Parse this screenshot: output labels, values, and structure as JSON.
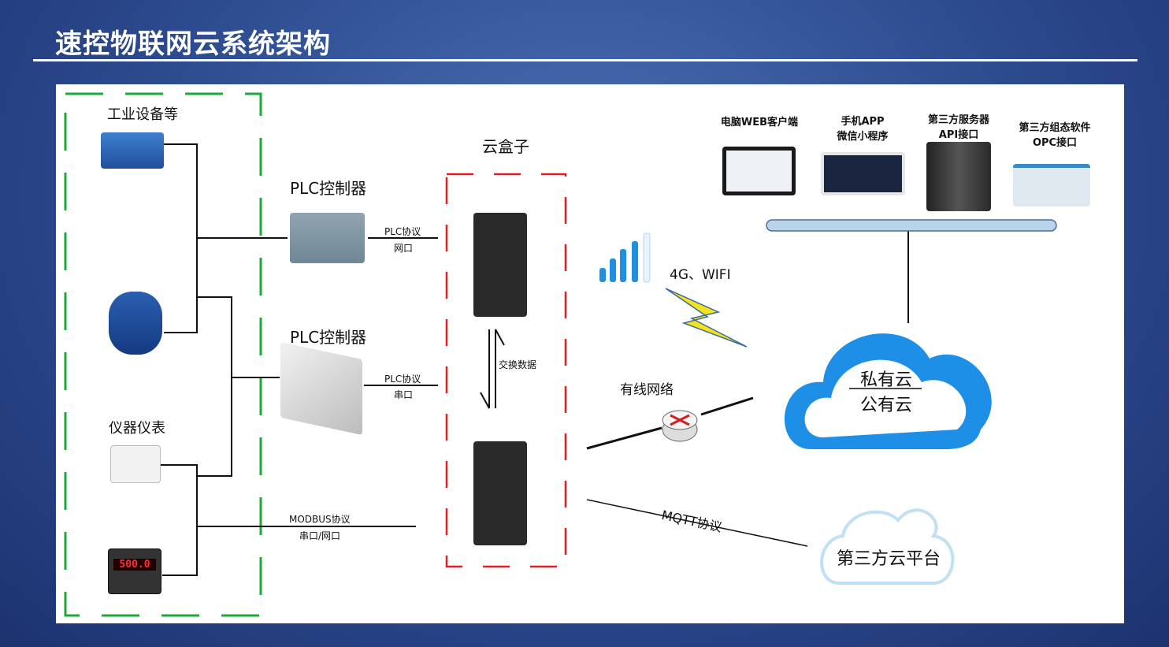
{
  "title": "速控物联网云系统架构",
  "left_group": {
    "industrial_label": "工业设备等",
    "instrument_label": "仪器仪表",
    "meter_display": "500.0"
  },
  "plc_top": {
    "title": "PLC控制器",
    "protocol": "PLC协议",
    "port": "网口"
  },
  "plc_bottom": {
    "title": "PLC控制器",
    "protocol": "PLC协议",
    "port": "串口"
  },
  "modbus": {
    "protocol": "MODBUS协议",
    "port": "串口/网口"
  },
  "cloud_box": {
    "title": "云盒子",
    "exchange": "交换数据"
  },
  "wireless": {
    "label": "4G、WIFI"
  },
  "wired": {
    "label": "有线网络"
  },
  "mqtt": {
    "label": "MQTT协议"
  },
  "private_cloud": {
    "line1": "私有云",
    "line2": "公有云"
  },
  "third_cloud": {
    "label": "第三方云平台"
  },
  "clients": [
    {
      "line1": "电脑WEB客户端",
      "line2": ""
    },
    {
      "line1": "手机APP",
      "line2": "微信小程序"
    },
    {
      "line1": "第三方服务器",
      "line2": "API接口"
    },
    {
      "line1": "第三方组态软件",
      "line2": "OPC接口"
    }
  ],
  "colors": {
    "green_dash": "#1aaa3a",
    "red_dash": "#e02020",
    "cloud_blue": "#1e90e8",
    "bus": "#b9d3ea"
  }
}
